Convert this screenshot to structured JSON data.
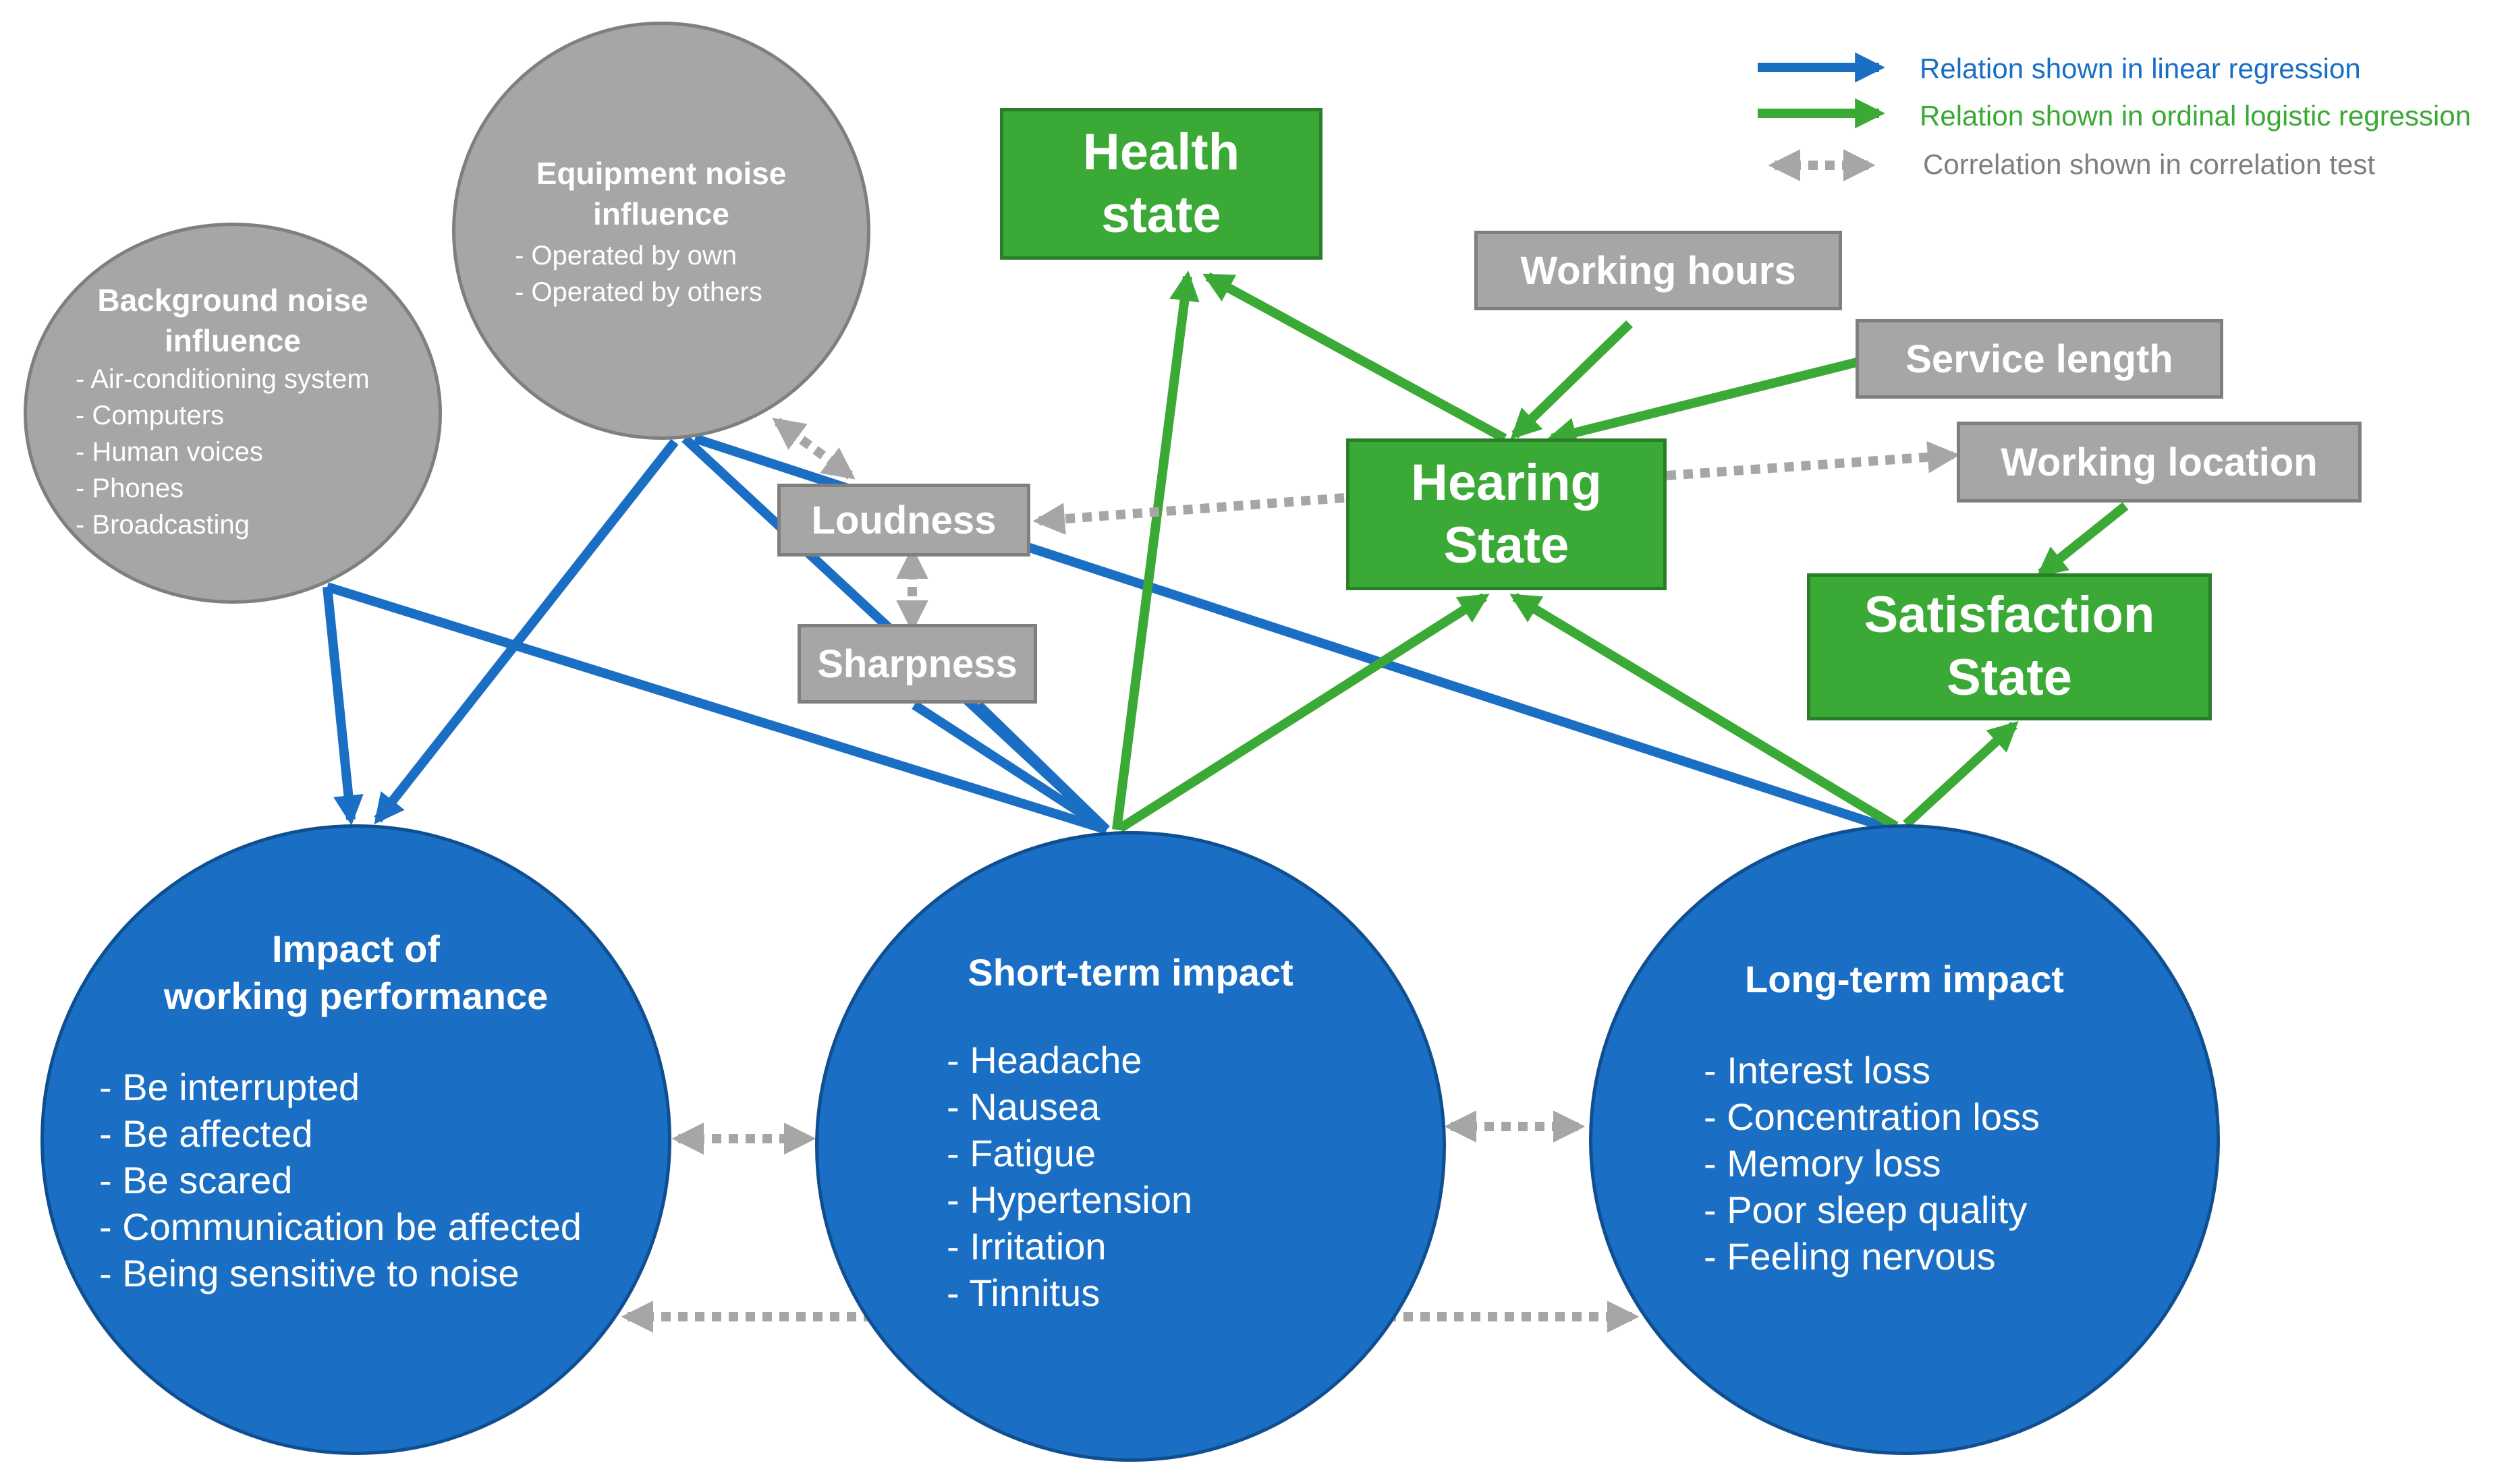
{
  "legend": [
    {
      "label": "Relation shown in linear regression",
      "color": "#1a6fc4"
    },
    {
      "label": "Relation shown in ordinal logistic regression",
      "color": "#3aa935"
    },
    {
      "label": "Correlation shown in correlation test",
      "color": "#7f7f7f"
    }
  ],
  "background_noise": {
    "title_line1": "Background noise",
    "title_line2": "influence",
    "items": [
      "- Air-conditioning system",
      "- Computers",
      "- Human voices",
      "- Phones",
      "- Broadcasting"
    ]
  },
  "equipment_noise": {
    "title_line1": "Equipment noise",
    "title_line2": "influence",
    "items": [
      "- Operated by own",
      "- Operated by others"
    ]
  },
  "boxes": {
    "loudness": "Loudness",
    "sharpness": "Sharpness",
    "working_hours": "Working hours",
    "service_length": "Service length",
    "working_location": "Working location"
  },
  "states": {
    "health": {
      "line1": "Health",
      "line2": "state"
    },
    "hearing": {
      "line1": "Hearing",
      "line2": "State"
    },
    "satisfaction": {
      "line1": "Satisfaction",
      "line2": "State"
    }
  },
  "impacts": {
    "working": {
      "title_line1": "Impact of",
      "title_line2": "working performance",
      "items": [
        "- Be interrupted",
        "- Be affected",
        "- Be scared",
        "- Communication be affected",
        "- Being sensitive to noise"
      ]
    },
    "short": {
      "title": "Short-term impact",
      "items": [
        "- Headache",
        "- Nausea",
        "- Fatigue",
        "- Hypertension",
        "- Irritation",
        "- Tinnitus"
      ]
    },
    "long": {
      "title": "Long-term impact",
      "items": [
        "- Interest loss",
        "- Concentration loss",
        "- Memory loss",
        "- Poor sleep quality",
        "- Feeling nervous"
      ]
    }
  },
  "colors": {
    "linear": "#1a6fc4",
    "ordinal": "#3aa935",
    "correlation": "#a6a6a6"
  }
}
